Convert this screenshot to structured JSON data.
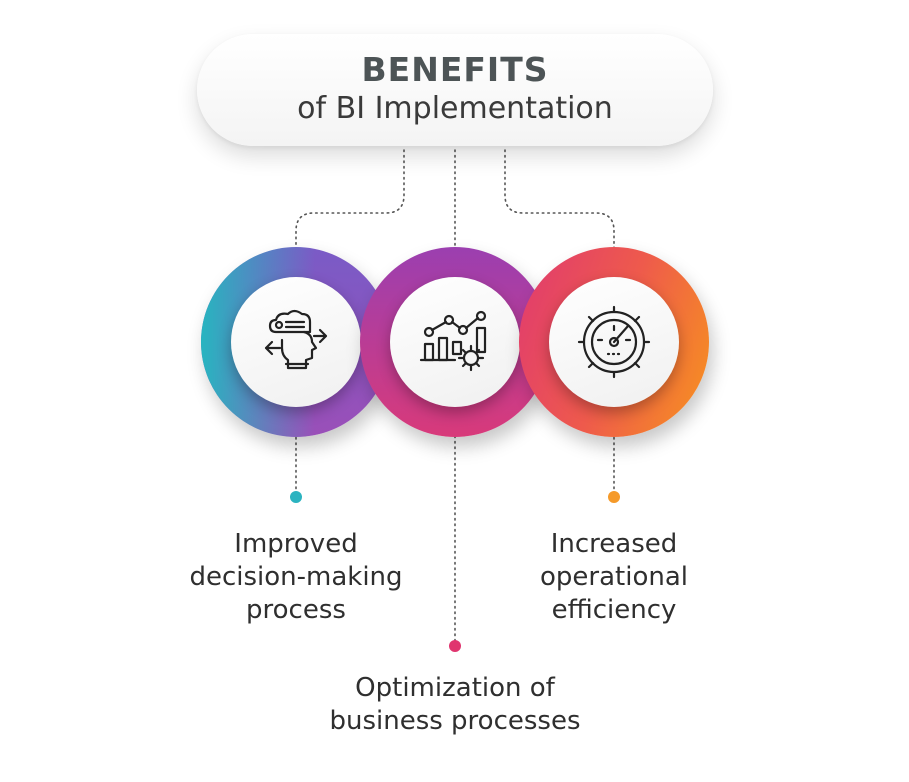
{
  "header": {
    "title": "BENEFITS",
    "subtitle": "of BI Implementation"
  },
  "benefits": [
    {
      "label": "Improved\ndecision-making\nprocess",
      "icon": "brain-decision-icon",
      "dot_color": "#2bb3c0",
      "ring_from": "#2bb3c0",
      "ring_to": "#8a4fc2"
    },
    {
      "label": "Optimization of\nbusiness processes",
      "icon": "chart-gear-icon",
      "dot_color": "#e0356f",
      "ring_from": "#8e44ad",
      "ring_to": "#e8326e"
    },
    {
      "label": "Increased\noperational\nefficiency",
      "icon": "speedometer-gear-icon",
      "dot_color": "#f59a2a",
      "ring_from": "#e83a6f",
      "ring_to": "#f7941d"
    }
  ]
}
